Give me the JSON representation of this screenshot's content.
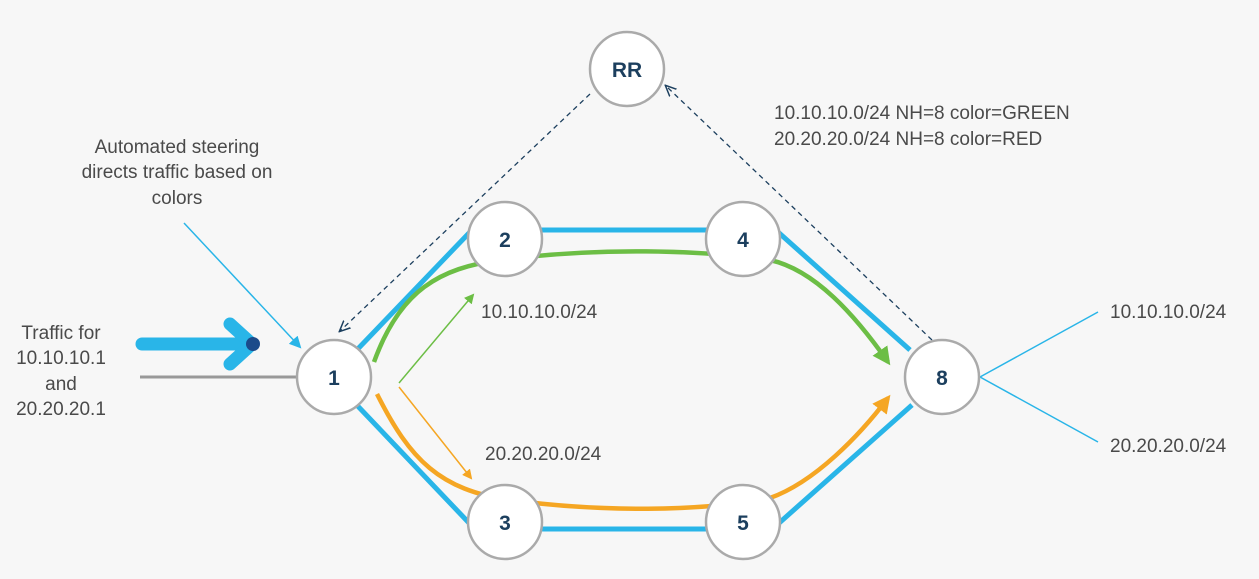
{
  "nodes": {
    "rr": "RR",
    "n1": "1",
    "n2": "2",
    "n3": "3",
    "n4": "4",
    "n5": "5",
    "n8": "8"
  },
  "annotations": {
    "steering": [
      "Automated steering",
      "directs traffic based on",
      "colors"
    ],
    "traffic": [
      "Traffic for",
      "10.10.10.1",
      "and",
      "20.20.20.1"
    ],
    "bgp": [
      "10.10.10.0/24 NH=8 color=GREEN",
      "20.20.20.0/24 NH=8 color=RED"
    ],
    "green_prefix": "10.10.10.0/24",
    "red_prefix": "20.20.20.0/24",
    "dest_prefix_top": "10.10.10.0/24",
    "dest_prefix_bottom": "20.20.20.0/24"
  },
  "colors": {
    "link": "#29b5e8",
    "green": "#6cbe45",
    "orange": "#f5a623",
    "node_stroke": "#aaaaaa",
    "node_fill": "#ffffff",
    "text": "#4a4a4a",
    "node_text": "#1c3f5e",
    "dashed": "#1c3f5e"
  }
}
